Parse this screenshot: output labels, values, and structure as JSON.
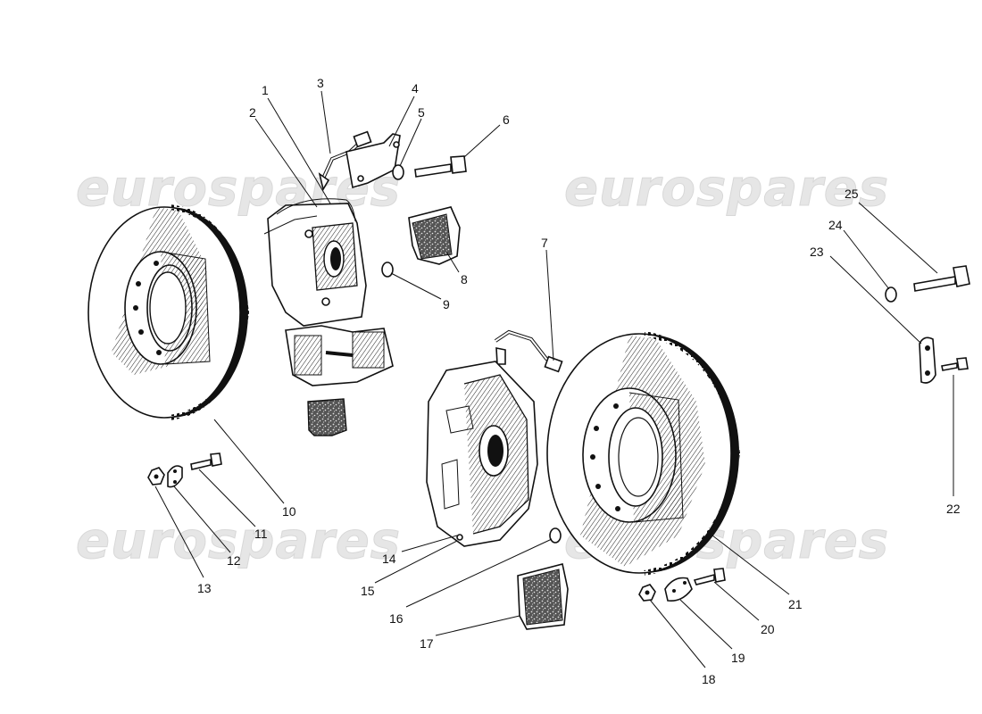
{
  "watermark": {
    "text": "eurospares"
  },
  "callouts": {
    "c1": "1",
    "c2": "2",
    "c3": "3",
    "c4": "4",
    "c5": "5",
    "c6": "6",
    "c7": "7",
    "c8": "8",
    "c9": "9",
    "c10": "10",
    "c11": "11",
    "c12": "12",
    "c13": "13",
    "c14": "14",
    "c15": "15",
    "c16": "16",
    "c17": "17",
    "c18": "18",
    "c19": "19",
    "c20": "20",
    "c21": "21",
    "c22": "22",
    "c23": "23",
    "c24": "24",
    "c25": "25"
  }
}
